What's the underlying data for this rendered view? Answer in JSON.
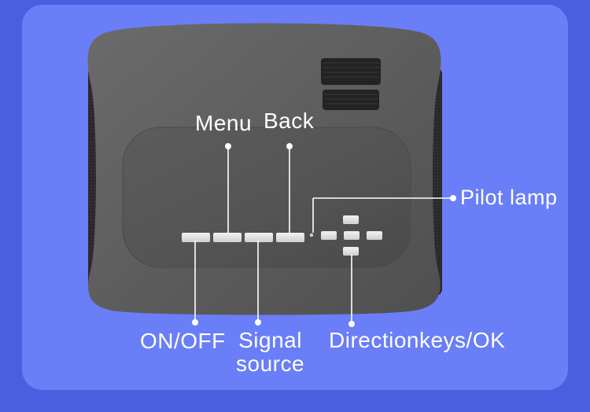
{
  "labels": {
    "menu": "Menu",
    "back": "Back",
    "pilot_lamp": "Pilot lamp",
    "on_off": "ON/OFF",
    "signal_line1": "Signal",
    "signal_line2": "source",
    "direction_keys": "Directionkeys/OK"
  },
  "colors": {
    "page_background": "#4a5fe0",
    "panel_background": "#6a7ef7",
    "device_body": "#5e5e5e",
    "device_panel": "#595959",
    "button": "#e6e6e6",
    "label_text": "#ffffff"
  }
}
